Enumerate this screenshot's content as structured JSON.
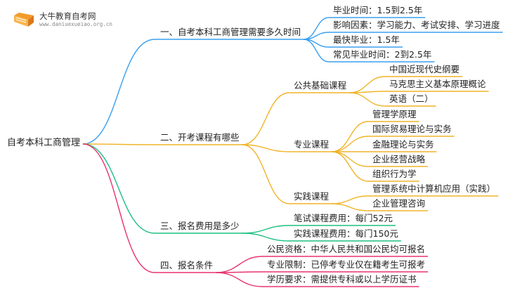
{
  "logo": {
    "name": "大牛教育自考网",
    "url": "www.daniuexueiao.org.cn"
  },
  "root": "自考本科工商管理",
  "branches": [
    {
      "label": "一、自考本科工商管理需要多久时间",
      "color": "#3aa0ef",
      "items": [
        "毕业时间：1.5到2.5年",
        "影响因素：学习能力、考试安排、学习进度",
        "最快毕业：1.5年",
        "常见毕业时间：2到2.5年"
      ]
    },
    {
      "label": "二、开考课程有哪些",
      "color": "#f0b429",
      "groups": [
        {
          "label": "公共基础课程",
          "items": [
            "中国近现代史纲要",
            "马克思主义基本原理概论",
            "英语（二）"
          ]
        },
        {
          "label": "专业课程",
          "items": [
            "管理学原理",
            "国际贸易理论与实务",
            "金融理论与实务",
            "企业经营战略",
            "组织行为学"
          ]
        },
        {
          "label": "实践课程",
          "items": [
            "管理系统中计算机应用（实践）",
            "企业管理咨询"
          ]
        }
      ]
    },
    {
      "label": "三、报名费用是多少",
      "color": "#1dbf82",
      "items": [
        "笔试课程费用：每门52元",
        "实践课程费用：每门150元"
      ]
    },
    {
      "label": "四、报名条件",
      "color": "#e8336e",
      "items": [
        "公民资格：中华人民共和国公民均可报名",
        "专业限制：已停考专业仅在籍考生可报考",
        "学历要求：需提供专科或以上学历证书"
      ]
    }
  ]
}
